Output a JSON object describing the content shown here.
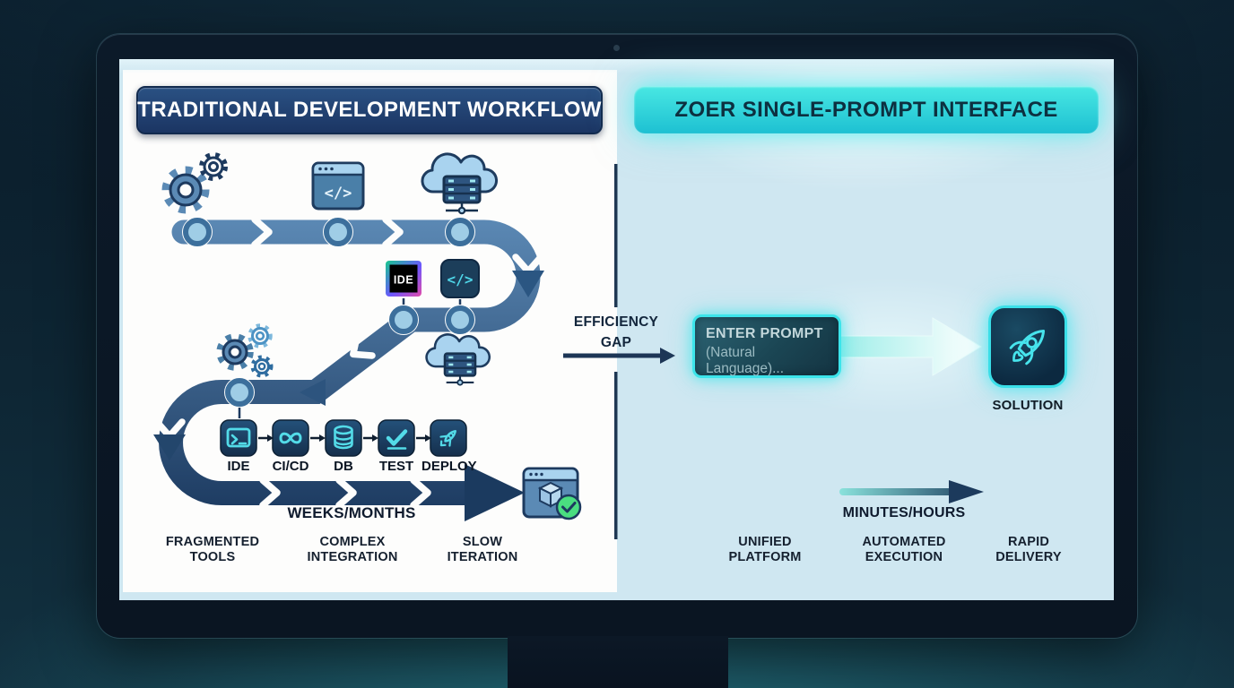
{
  "left_panel": {
    "title": "TRADITIONAL DEVELOPMENT WORKFLOW",
    "steps": [
      {
        "label": "IDE"
      },
      {
        "label": "CI/CD"
      },
      {
        "label": "DB"
      },
      {
        "label": "TEST"
      },
      {
        "label": "DEPLOY"
      }
    ],
    "duration_label": "WEEKS/MONTHS",
    "footers": [
      {
        "line1": "FRAGMENTED",
        "line2": "TOOLS"
      },
      {
        "line1": "COMPLEX",
        "line2": "INTEGRATION"
      },
      {
        "line1": "SLOW",
        "line2": "ITERATION"
      }
    ]
  },
  "divider": {
    "line1": "EFFICIENCY",
    "line2": "GAP"
  },
  "right_panel": {
    "title": "ZOER SINGLE-PROMPT INTERFACE",
    "prompt": {
      "line1": "ENTER PROMPT",
      "line2": "(Natural Language)..."
    },
    "solution_label": "SOLUTION",
    "duration_label": "MINUTES/HOURS",
    "footers": [
      {
        "line1": "UNIFIED",
        "line2": "PLATFORM"
      },
      {
        "line1": "AUTOMATED",
        "line2": "EXECUTION"
      },
      {
        "line1": "RAPID",
        "line2": "DELIVERY"
      }
    ]
  },
  "badges": {
    "ide_badge": "IDE",
    "code_badge": "</>",
    "code_window": "</>"
  },
  "icons": {
    "gears-icon": "gear cluster",
    "code-window-icon": "browser window with </>",
    "cloud-server-icon": "cloud with server rack",
    "ide-badge-icon": "IDE square badge",
    "code-badge-icon": "</> square badge",
    "terminal-icon": ">_ terminal window",
    "cicd-loop-icon": "infinity loop",
    "database-icon": "cylinder stack",
    "test-check-icon": "checkmark with underline",
    "deploy-rocket-icon": "small rocket",
    "package-release-icon": "browser window with cube and green check",
    "rocket-solution-icon": "rocket in glowing tile",
    "webcam-icon": "camera dot"
  },
  "colors": {
    "accent_cyan": "#3ce4ea",
    "navy": "#1d3a5f",
    "path_blue": "#4a7fa8",
    "header_navy": "#1b3563",
    "header_cyan": "#2cd6da",
    "panel_left": "#fdfdfc",
    "panel_right": "#cfe7f1",
    "success_green": "#4ade80",
    "bezel": "#0b1622",
    "background_teal": "#216a76"
  }
}
